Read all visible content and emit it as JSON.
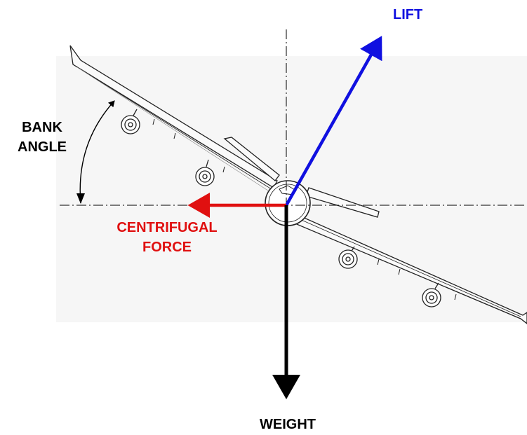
{
  "labels": {
    "lift": "LIFT",
    "bank_angle_line1": "BANK",
    "bank_angle_line2": "ANGLE",
    "centrifugal_line1": "CENTRIFUGAL",
    "centrifugal_line2": "FORCE",
    "weight": "WEIGHT"
  },
  "colors": {
    "lift": "#1010e0",
    "centrifugal": "#e01010",
    "weight": "#000000",
    "outline": "#222222",
    "shading": "#f4f4f4"
  }
}
